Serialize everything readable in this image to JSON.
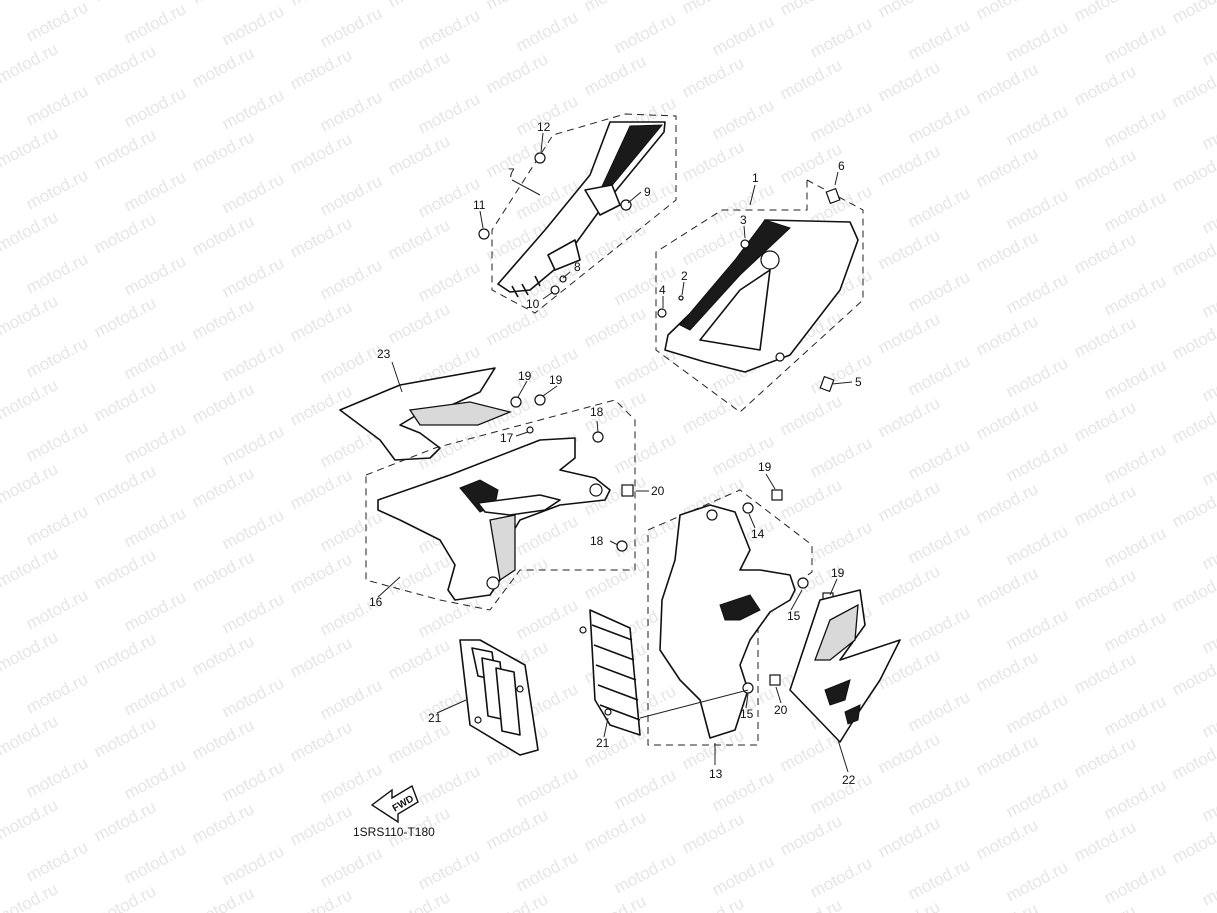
{
  "watermark": "motod.ru",
  "diagram_code": "1SRS110-T180",
  "fwd_label": "FWD",
  "callouts": {
    "c1": "1",
    "c2": "2",
    "c3": "3",
    "c4": "4",
    "c5": "5",
    "c6": "6",
    "c7": "7",
    "c8": "8",
    "c9": "9",
    "c10": "10",
    "c11": "11",
    "c12": "12",
    "c13": "13",
    "c14": "14",
    "c15a": "15",
    "c15b": "15",
    "c16": "16",
    "c17": "17",
    "c18a": "18",
    "c18b": "18",
    "c19a": "19",
    "c19b": "19",
    "c19c": "19",
    "c19d": "19",
    "c20a": "20",
    "c20b": "20",
    "c21a": "21",
    "c21b": "21",
    "c22": "22",
    "c23": "23"
  }
}
